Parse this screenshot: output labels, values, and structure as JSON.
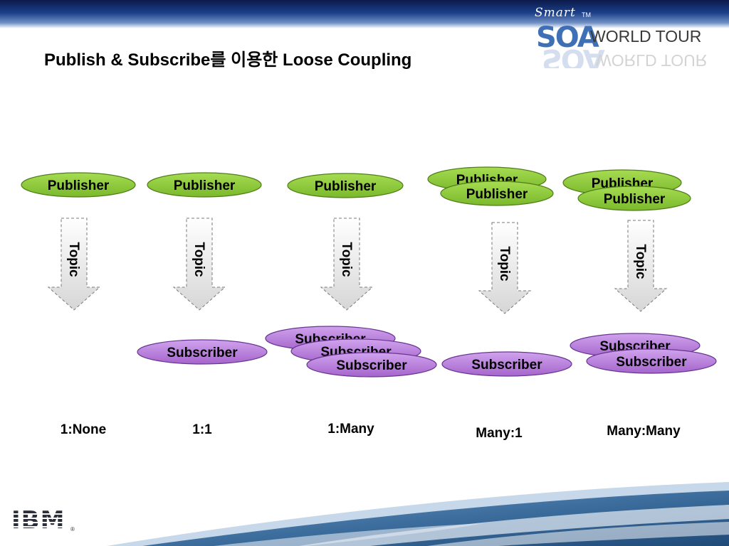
{
  "title": "Publish & Subscribe를 이용한 Loose Coupling",
  "logo": {
    "smart": "Smart",
    "soa": "SOA",
    "world_tour": "WORLD TOUR",
    "tm": "TM"
  },
  "brand": "IBM",
  "labels": {
    "publisher": "Publisher",
    "subscriber": "Subscriber",
    "topic": "Topic"
  },
  "captions": [
    "1:None",
    "1:1",
    "1:Many",
    "Many:1",
    "Many:Many"
  ],
  "colors": {
    "publisher_fill": "#8ccb3a",
    "publisher_stroke": "#4f7f16",
    "subscriber_fill": "#b57ad8",
    "subscriber_stroke": "#6a3592",
    "arrow_fill": "#e6e6e6",
    "arrow_stroke": "#7a7a7a"
  }
}
